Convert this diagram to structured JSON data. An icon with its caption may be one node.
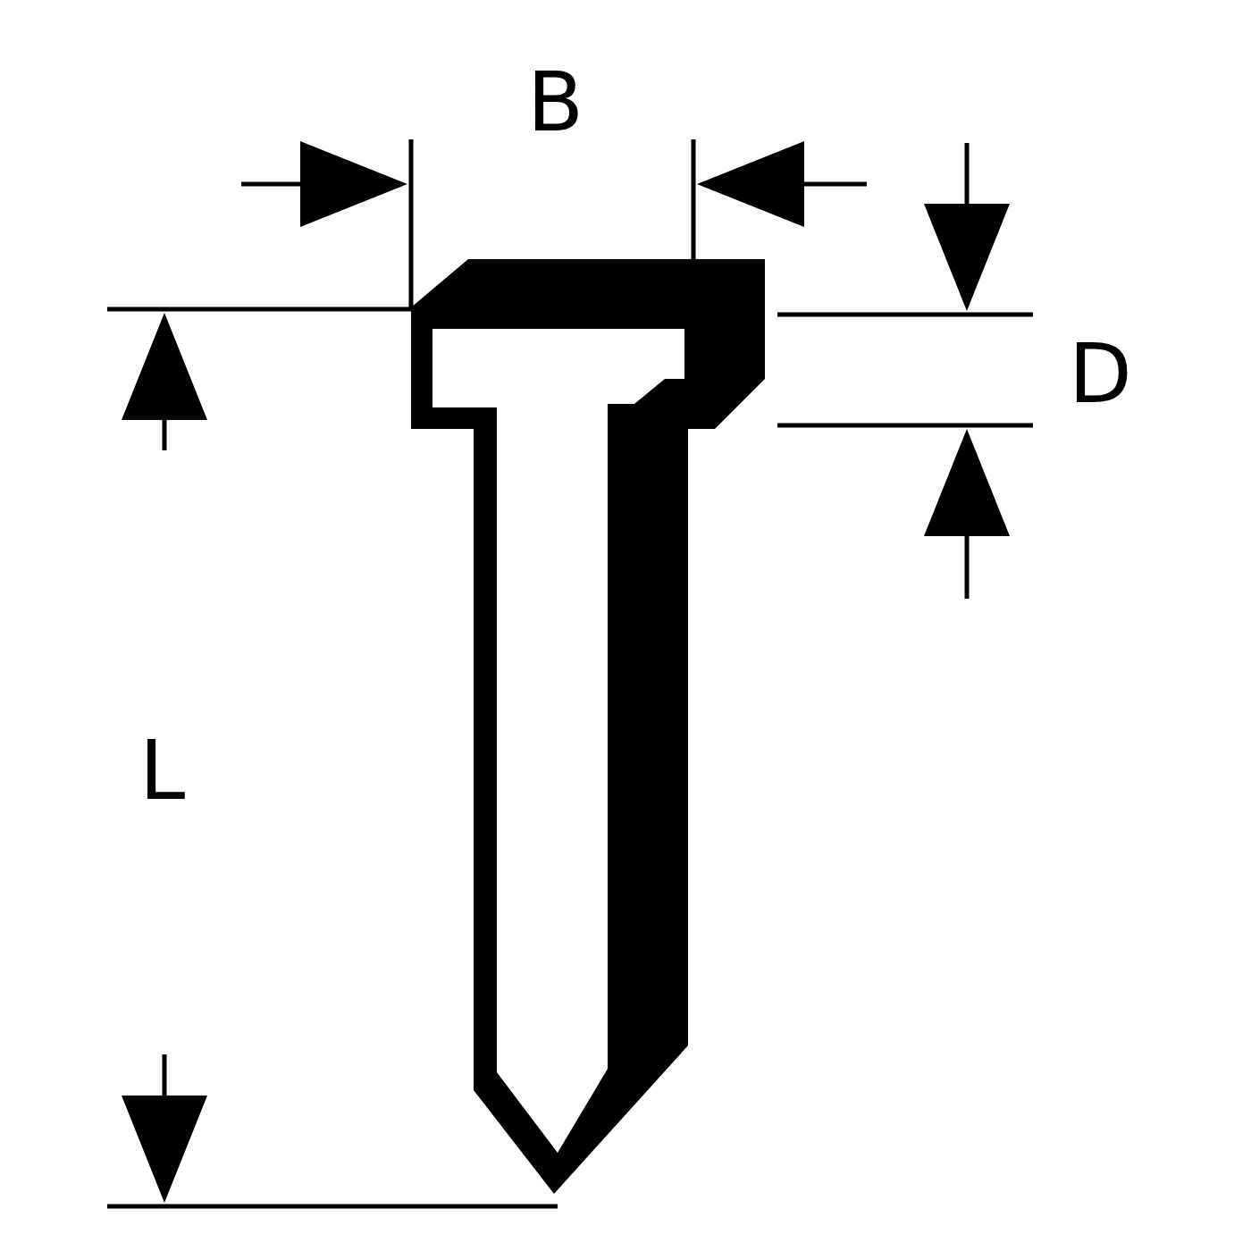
{
  "diagram": {
    "labels": [
      "B",
      "D",
      "L"
    ]
  }
}
